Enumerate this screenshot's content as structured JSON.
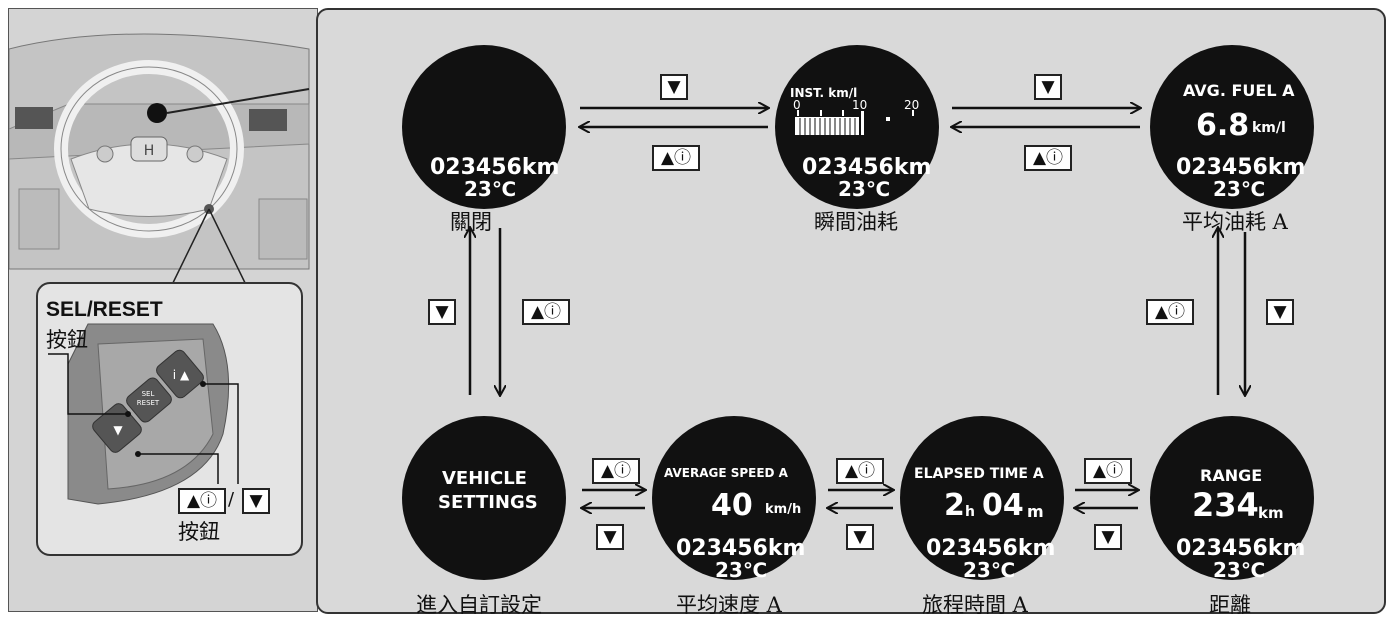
{
  "legend": {
    "sel_reset_title": "SEL/RESET",
    "sel_reset_sub": "按鈕",
    "buttons_label": "按鈕",
    "slash": "/",
    "wheel_button_sel": "SEL",
    "wheel_button_reset": "RESET"
  },
  "keys": {
    "down": "▼",
    "up_info": "▲ⓘ"
  },
  "screens": {
    "off": {
      "caption": "關閉",
      "odometer": "023456km",
      "temp": "23℃"
    },
    "instant": {
      "caption": "瞬間油耗",
      "title": "INST. km/l",
      "scale_0": "0",
      "scale_10": "10",
      "scale_20": "20",
      "odometer": "023456km",
      "temp": "23℃"
    },
    "avg_fuel": {
      "caption": "平均油耗 A",
      "title": "AVG. FUEL A",
      "value": "6.8",
      "unit": "km/l",
      "odometer": "023456km",
      "temp": "23℃"
    },
    "vehicle_settings": {
      "caption": "進入自訂設定",
      "line1": "VEHICLE",
      "line2": "SETTINGS"
    },
    "avg_speed": {
      "caption": "平均速度 A",
      "title": "AVERAGE SPEED A",
      "value": "40",
      "unit": "km/h",
      "odometer": "023456km",
      "temp": "23℃"
    },
    "elapsed": {
      "caption": "旅程時間 A",
      "title": "ELAPSED TIME A",
      "hours": "2",
      "h_unit": "h",
      "minutes": "04",
      "m_unit": "m",
      "odometer": "023456km",
      "temp": "23℃"
    },
    "range": {
      "caption": "距離",
      "title": "RANGE",
      "value": "234",
      "unit": "km",
      "odometer": "023456km",
      "temp": "23℃"
    }
  }
}
